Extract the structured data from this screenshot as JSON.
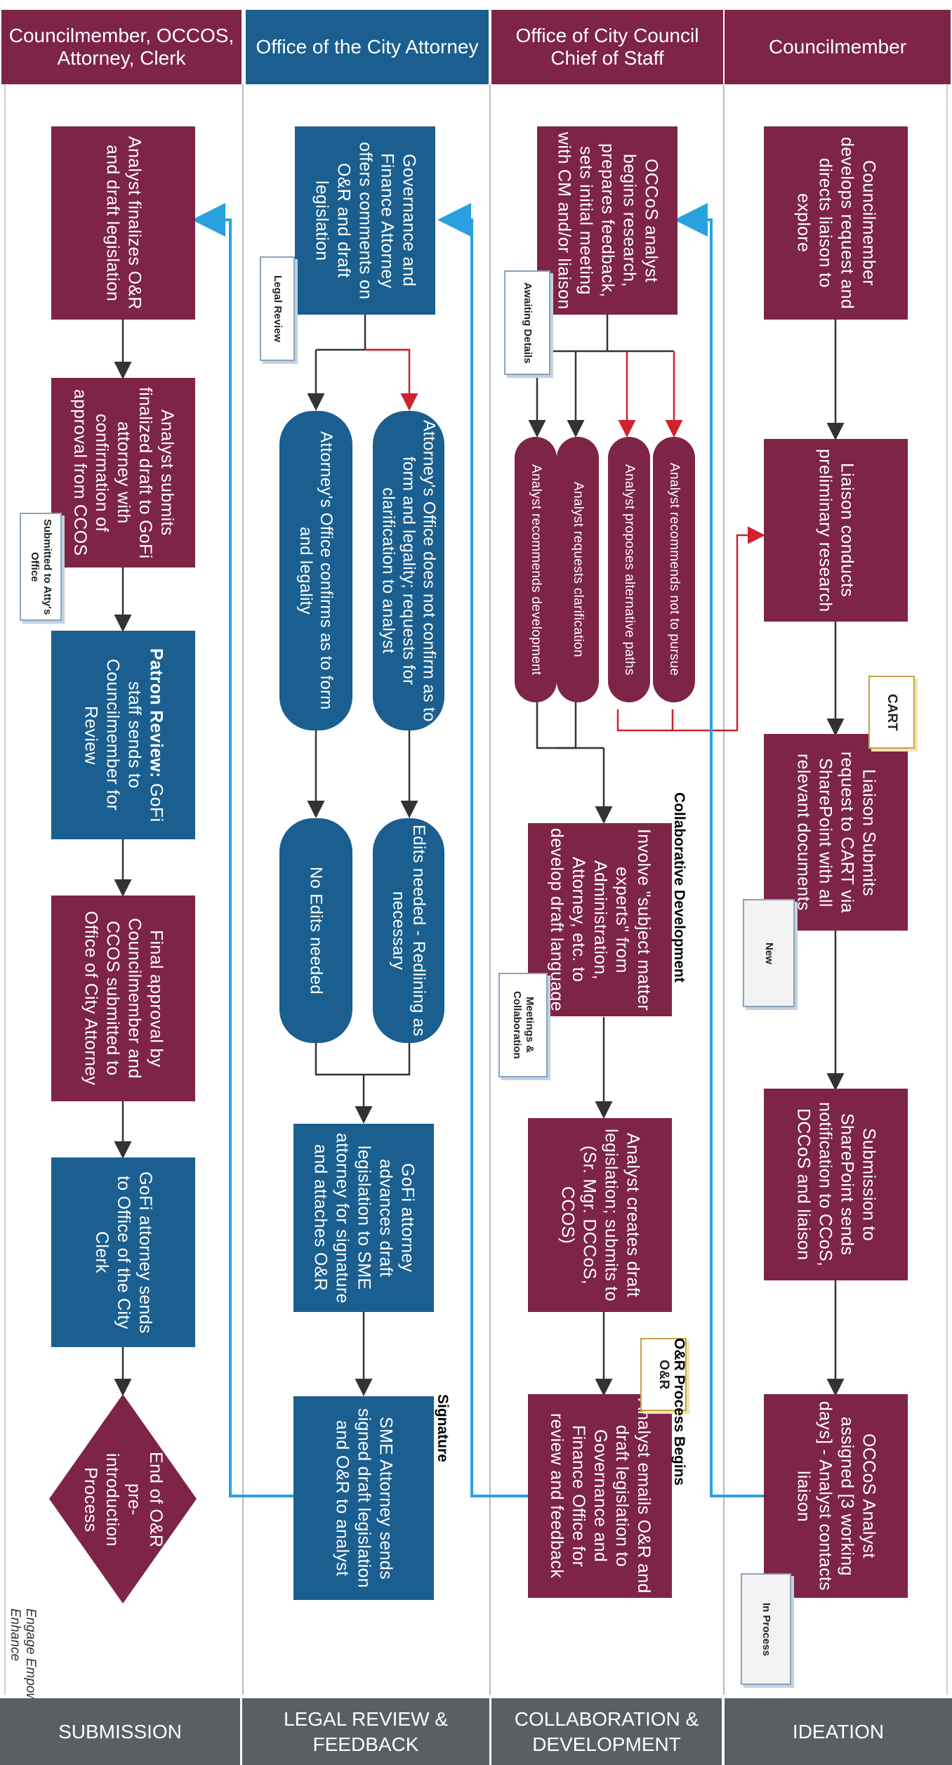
{
  "lanes": {
    "submission_head": "Councilmember, OCCOS, Attorney, Clerk",
    "legal_head": "Office of the City Attorney",
    "collab_head": "Office of City Council Chief of Staff",
    "ideation_head": "Councilmember"
  },
  "footer": {
    "submission": "SUBMISSION",
    "legal": "LEGAL REVIEW & FEEDBACK",
    "collab": "COLLABORATION & DEVELOPMENT",
    "ideation": "IDEATION"
  },
  "motto": "Engage Empower Enhance",
  "phases": {
    "collaborative": "Collaborative Development",
    "or_process": "O&R Process Begins",
    "signature": "Signature"
  },
  "tags": {
    "legal_review": "Legal Review",
    "submitted": "Submitted to Atty's Office",
    "awaiting": "Awaiting Details",
    "meetings": "Meetings & Collaboration",
    "new": "New",
    "in_process": "In Process",
    "cart": "CART",
    "or": "O&R"
  },
  "ideation": {
    "b1": "Councilmember develops request and directs liaison to explore",
    "b2": "Liaison conducts preliminary research",
    "b3": "Liaison Submits request to CART via SharePoint with all relevant documents",
    "b4": "Submission to SharePoint sends notification to CCoS, DCCoS and liaison",
    "b5": "OCCoS Analyst assigned [3 working days] - Analyst contacts liaison"
  },
  "collab": {
    "b1": "OCCoS analyst begins research, prepares feedback, sets initial meeting with CM and/or liaison",
    "p1": "Analyst recommends not to pursue",
    "p2": "Analyst proposes alternative paths",
    "p3": "Analyst requests clarification",
    "p4": "Analyst recommends development",
    "b2": "Involve \"subject matter experts\" from Administration, Attorney, etc. to develop draft language",
    "b3": "Analyst creates draft legislation; submits to (Sr. Mgr. DCCoS, CCOS)",
    "b4": "Analyst emails O&R and draft legislation to Governance and Finance Office for review and feedback"
  },
  "legal": {
    "b1": "Governance and Finance Attorney offers comments on O&R and draft legislation",
    "p1": "Attorney's Office does not confirm as to form and legality; requests for clarification to analyst",
    "p2": "Attorney's Office confirms as to form and legality",
    "p3": "Edits needed - Redlining as necessary",
    "p4": "No Edits needed",
    "b2": "GoFi attorney advances draft legislation to SME attorney for signature and attaches O&R",
    "b3": "SME Attorney sends signed draft legislation and O&R to analyst"
  },
  "submission": {
    "b1": "Analyst finalizes O&R and draft legislation",
    "b2": "Analyst submits finalized draft to GoFi attorney with confirmation of approval from CCOS",
    "b3_title": "Patron Review:",
    "b3_body": "GoFi staff sends to Councilmember for Review",
    "b4": "Final approval by Councilmember and CCOS submitted to Office of City Attorney",
    "b5": "GoFi attorney sends to Office of the City Clerk",
    "end": "End of O&R pre-introduction Process"
  },
  "colors": {
    "maroon": "#7d2447",
    "blue": "#1a5f8f",
    "footer_gray": "#5a5f63",
    "connector": "#333333",
    "red_connector": "#d0212e",
    "loop_blue": "#29a1e0"
  }
}
